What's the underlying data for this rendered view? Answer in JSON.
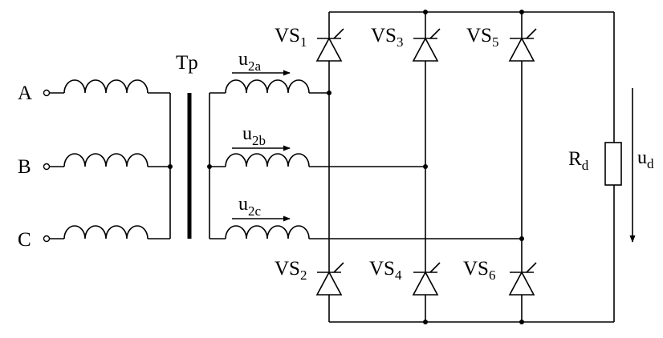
{
  "inputs": [
    {
      "label": "A"
    },
    {
      "label": "B"
    },
    {
      "label": "C"
    }
  ],
  "transformer": {
    "label": "Tp"
  },
  "secondary": [
    {
      "base": "u",
      "sub": "2a"
    },
    {
      "base": "u",
      "sub": "2b"
    },
    {
      "base": "u",
      "sub": "2c"
    }
  ],
  "thyristors": [
    {
      "base": "VS",
      "sub": "1"
    },
    {
      "base": "VS",
      "sub": "3"
    },
    {
      "base": "VS",
      "sub": "5"
    },
    {
      "base": "VS",
      "sub": "2"
    },
    {
      "base": "VS",
      "sub": "4"
    },
    {
      "base": "VS",
      "sub": "6"
    }
  ],
  "load": {
    "base": "R",
    "sub": "d"
  },
  "output": {
    "base": "u",
    "sub": "d"
  }
}
